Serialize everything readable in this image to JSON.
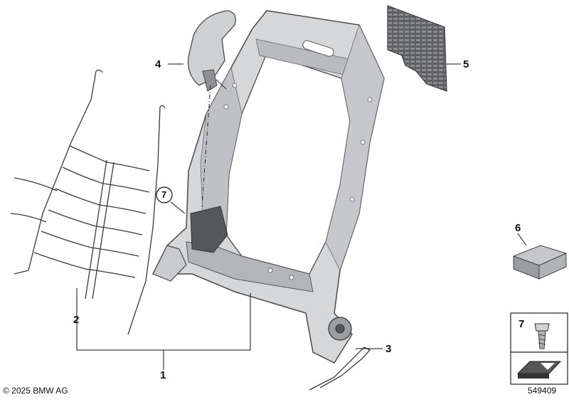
{
  "callouts": {
    "c1": "1",
    "c2": "2",
    "c3": "3",
    "c4": "4",
    "c5": "5",
    "c6": "6",
    "c7_circle": "7",
    "c7_box": "7"
  },
  "footer": {
    "copyright": "© 2025 BMW AG",
    "diagram_number": "549409"
  },
  "colors": {
    "frame_fill": "#d6d7d9",
    "frame_shadow": "#a9abae",
    "frame_outline": "#4a4a4a",
    "pad_fill": "#7d7f82",
    "wire": "#3a3a3a",
    "leader": "#111111"
  }
}
